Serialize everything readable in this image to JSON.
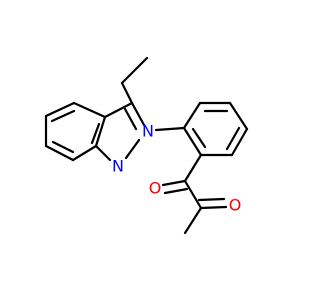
{
  "molecule": {
    "atoms": {
      "n2": {
        "symbol": "N",
        "color": "#0000ff"
      },
      "n1": {
        "symbol": "N",
        "color": "#0000ff"
      },
      "o1": {
        "symbol": "O",
        "color": "#ff0000"
      },
      "o2": {
        "symbol": "O",
        "color": "#ff0000"
      }
    },
    "bond_color": "#000000",
    "background": "#ffffff"
  }
}
